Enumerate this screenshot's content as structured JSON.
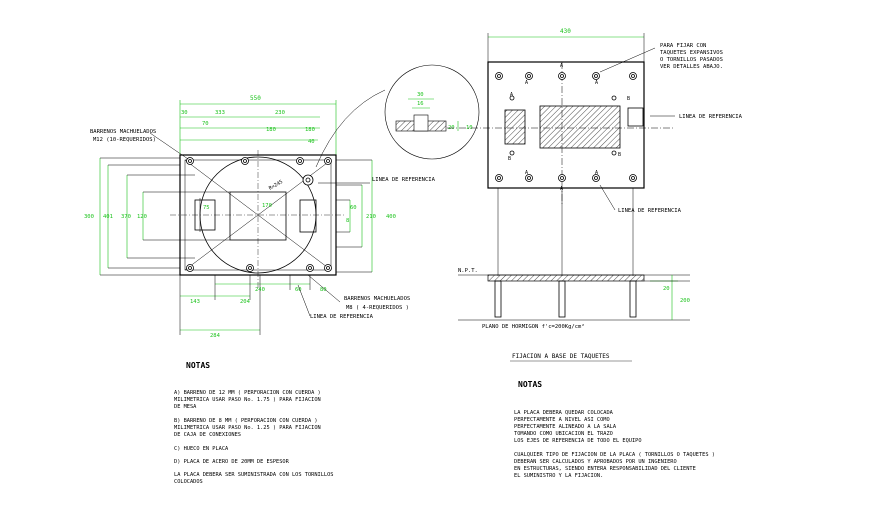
{
  "left_plan": {
    "dim_top_total": "550",
    "dim_top": [
      "30",
      "333",
      "230"
    ],
    "dim_top2": [
      "70",
      "180",
      "180"
    ],
    "dim_40": "40",
    "dim_left": [
      "300",
      "401",
      "370",
      "120"
    ],
    "dim_right": [
      "60",
      "210",
      "400",
      "8"
    ],
    "dim_center": [
      "170",
      "75"
    ],
    "dim_radius": "R=245",
    "dim_bottom": [
      "240",
      "60",
      "80",
      "143",
      "204"
    ],
    "dim_bottom_total": "284",
    "label_barrenos_12": "BARRENOS MACHUELADOS",
    "label_barrenos_12b": "M12 (10-REQUERIDOS)",
    "label_linea_1": "LINEA DE REFERENCIA",
    "label_barrenos_8": "BARRENOS MACHUELADOS",
    "label_barrenos_8b": "M8 ( 4-REQUERIDOS )",
    "label_linea_2": "LINEA DE REFERENCIA"
  },
  "detail": {
    "dims": [
      "30",
      "16",
      "20",
      "10"
    ]
  },
  "right_plan": {
    "dim_top": "430",
    "labels": [
      "A",
      "A",
      "A",
      "A",
      "A",
      "A",
      "A",
      "B",
      "B",
      "B"
    ],
    "note_1": "PARA FIJAR CON",
    "note_2": "TAQUETES EXPANSIVOS",
    "note_3": "O TORNILLOS PASADOS",
    "note_4": "VER DETALLES ABAJO.",
    "label_linea_1": "LINEA DE REFERENCIA",
    "label_linea_2": "LINEA DE REFERENCIA"
  },
  "elevation": {
    "npt": "N.P.T.",
    "dim_20": "20",
    "dim_200": "200",
    "plano": "PLANO DE HORMIGON f'c=200Kg/cm²"
  },
  "fijacion_title": "FIJACION A BASE DE TAQUETES",
  "notas_left": {
    "title": "NOTAS",
    "items": [
      "A) BARRENO DE 12 MM ( PERFORACION CON CUERDA )",
      "   MILIMETRICA USAR PASO No. 1.75 ) PARA FIJACION",
      "   DE MESA",
      "B) BARRENO DE 8 MM ( PERFORACION CON CUERDA )",
      "   MILIMETRICA USAR PASO No. 1.25 ) PARA FIJACION",
      "   DE CAJA DE CONEXIONES",
      "C) HUECO EN PLACA",
      "D) PLACA DE ACERO DE 20MM DE ESPESOR",
      "LA PLACA DEBERA SER SUMINISTRADA CON LOS TORNILLOS",
      "COLOCADOS"
    ]
  },
  "notas_right": {
    "title": "NOTAS",
    "items": [
      "LA PLACA DEBERA QUEDAR COLOCADA",
      "PERFECTAMENTE A NIVEL ASI COMO",
      "PERFECTAMENTE ALINEADO A LA SALA",
      "TOMANDO COMO UBICACION EL TRAZO",
      "LOS EJES DE REFERENCIA DE TODO EL EQUIPO",
      "CUALQUIER TIPO DE FIJACION DE LA PLACA ( TORNILLOS O TAQUETES )",
      "DEBERAN SER CALCULADOS Y APROBADOS POR UN INGENIERO",
      "EN ESTRUCTURAS, SIENDO ENTERA RESPONSABILIDAD DEL CLIENTE",
      "EL SUMINISTRO Y LA FIJACION."
    ]
  }
}
